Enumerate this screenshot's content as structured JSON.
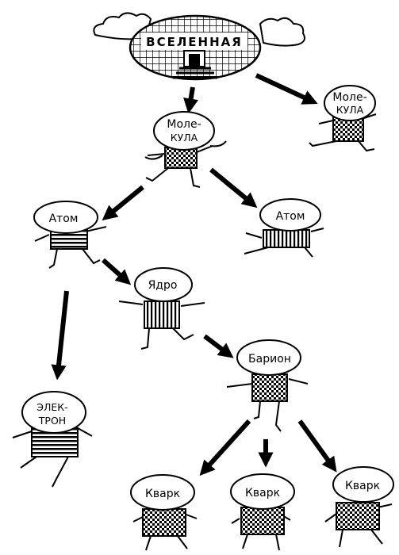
{
  "universe": {
    "label": "ВСЕЛЕННАЯ"
  },
  "nodes": {
    "molecule_main": {
      "line1": "Моле-",
      "line2": "КУЛА"
    },
    "molecule_side": {
      "line1": "Моле-",
      "line2": "КУЛА"
    },
    "atom_left": {
      "label": "Атом"
    },
    "atom_right": {
      "label": "Атом"
    },
    "nucleus": {
      "label": "Ядро"
    },
    "electron": {
      "line1": "ЭЛЕК-",
      "line2": "ТРОН"
    },
    "baryon": {
      "label": "Барион"
    },
    "quark_1": {
      "label": "Кварк"
    },
    "quark_2": {
      "label": "Кварк"
    },
    "quark_3": {
      "label": "Кварк"
    }
  },
  "colors": {
    "ink": "#000000",
    "paper": "#ffffff"
  }
}
